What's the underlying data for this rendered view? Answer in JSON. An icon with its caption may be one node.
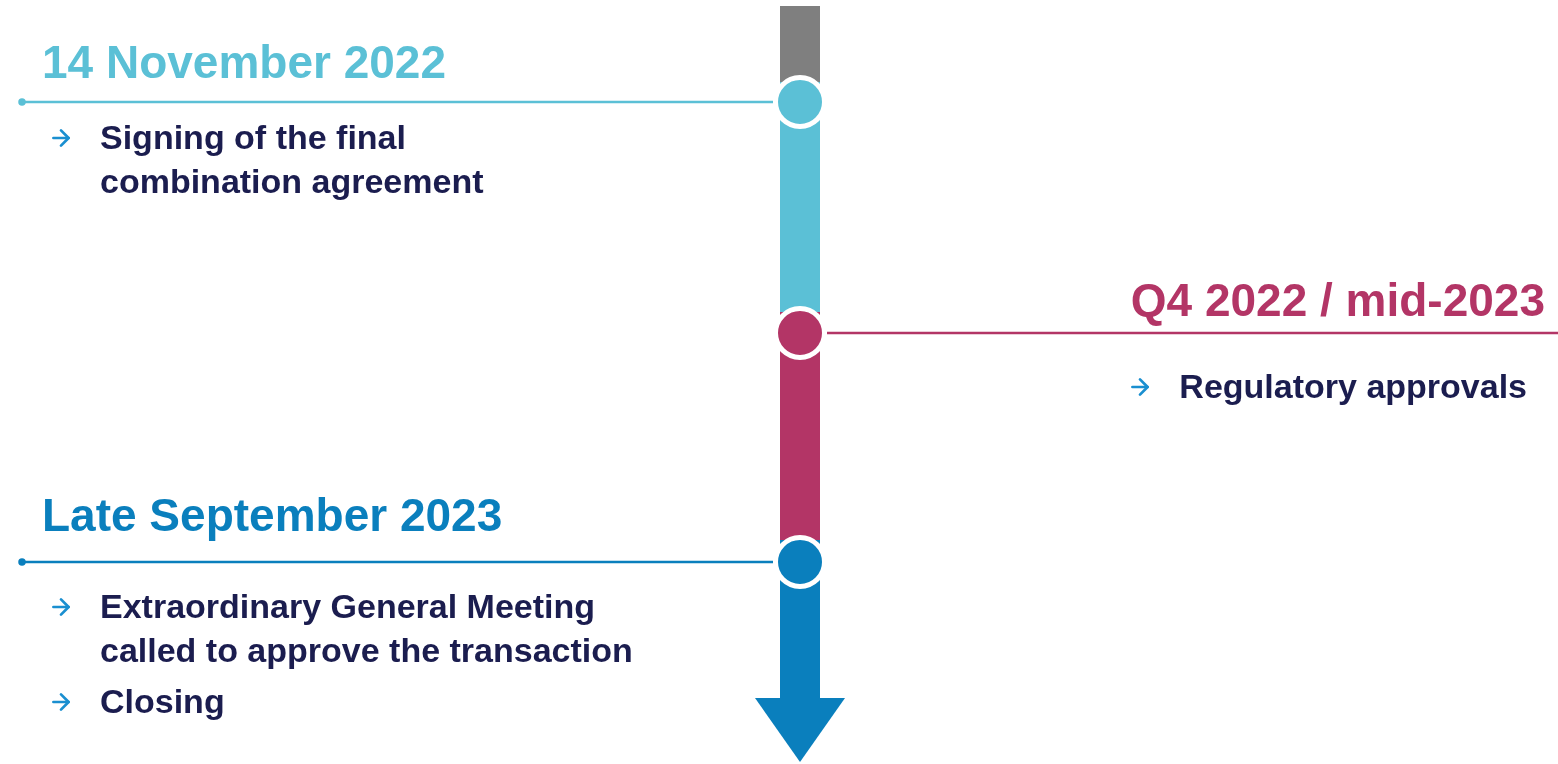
{
  "diagram": {
    "nodes": [
      {
        "text": [
          "14 November 2022",
          "Signing of the final combination agreement"
        ]
      },
      {
        "text": [],
        "shape": "circle"
      },
      {
        "text": [
          "Q4 2022 / mid-2023",
          "Regulatory approvals"
        ]
      },
      {
        "text": [],
        "shape": "circle"
      },
      {
        "text": [
          "Late September 2023",
          "Extraordinary General Meeting called to approve the transaction",
          "Closing"
        ]
      },
      {
        "text": [],
        "shape": "circle"
      }
    ],
    "edges": [
      {
        "from": 0,
        "to": 1,
        "arrow": "other",
        "color": "#5bc0d6"
      },
      {
        "from": 3,
        "to": 2,
        "arrow": "none",
        "color": "#b33566"
      },
      {
        "from": 4,
        "to": 5,
        "arrow": "other",
        "color": "#0a7fbd"
      }
    ]
  }
}
